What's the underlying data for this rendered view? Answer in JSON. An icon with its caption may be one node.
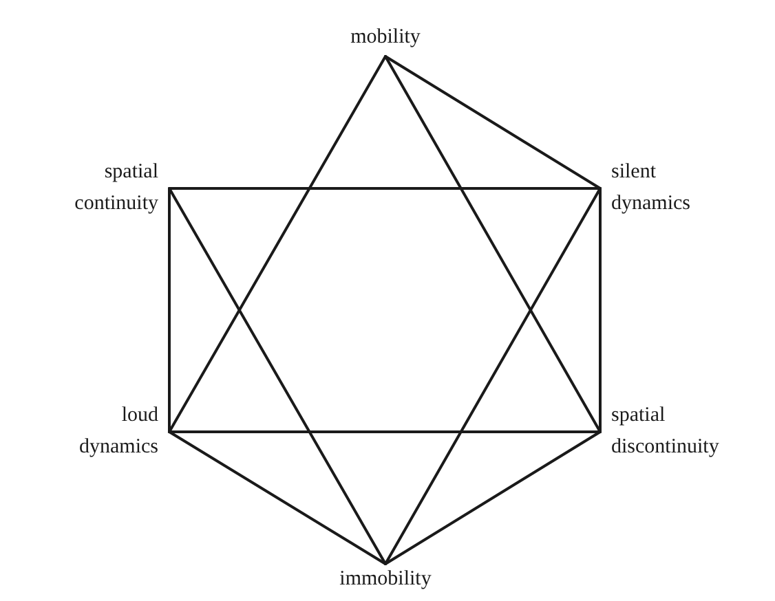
{
  "diagram": {
    "nodes": [
      {
        "text": [
          "mobility"
        ]
      },
      {
        "text": [
          "spatial continuity"
        ]
      },
      {
        "text": [
          "silent dynamics"
        ]
      },
      {
        "text": [
          "loud dynamics"
        ]
      },
      {
        "text": [
          "spatial discontinuity"
        ]
      },
      {
        "text": [
          "immobility"
        ]
      }
    ],
    "edges": [
      {
        "from": 0,
        "to": 2,
        "arrow": "none"
      },
      {
        "from": 0,
        "to": 3,
        "arrow": "none"
      },
      {
        "from": 0,
        "to": 4,
        "arrow": "none"
      },
      {
        "from": 1,
        "to": 2,
        "arrow": "none"
      },
      {
        "from": 1,
        "to": 3,
        "arrow": "none"
      },
      {
        "from": 1,
        "to": 5,
        "arrow": "none"
      },
      {
        "from": 2,
        "to": 5,
        "arrow": "none"
      },
      {
        "from": 2,
        "to": 4,
        "arrow": "none"
      },
      {
        "from": 3,
        "to": 4,
        "arrow": "none"
      },
      {
        "from": 3,
        "to": 5,
        "arrow": "none"
      },
      {
        "from": 4,
        "to": 5,
        "arrow": "none"
      }
    ]
  }
}
